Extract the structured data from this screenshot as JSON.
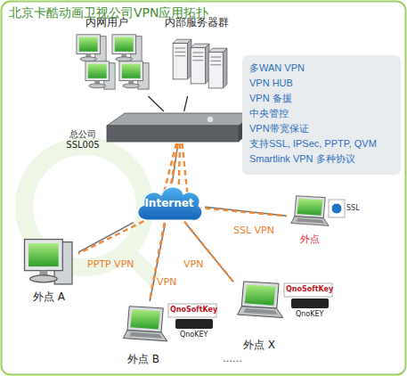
{
  "diagram": {
    "title": "北京卡酷动画卫视公司VPN应用拓扑",
    "nodes": [
      {
        "text": [
          "内网用户"
        ]
      },
      {
        "text": [
          "内部服务器群"
        ]
      },
      {
        "text": [
          "多WAN VPN",
          "VPN HUB",
          "VPN 备援",
          "中央管控",
          "VPN带宽保证",
          "支持SSL, IPSec, PPTP, QVM Smartlink VPN 多种协议"
        ]
      },
      {
        "text": [
          "总公司 SSL005"
        ]
      },
      {
        "text": [
          "Internet"
        ]
      },
      {
        "text": [
          "外点"
        ]
      },
      {
        "text": [
          "外点 A"
        ]
      },
      {
        "text": [
          "外点 B"
        ]
      },
      {
        "text": [
          "外点 X"
        ]
      }
    ],
    "edges": [
      {
        "from": 0,
        "to": 3,
        "arrow": "none"
      },
      {
        "from": 1,
        "to": 3,
        "arrow": "none"
      },
      {
        "from": 3,
        "to": 4,
        "arrow": "none"
      },
      {
        "from": 4,
        "to": 5,
        "arrow": "none"
      },
      {
        "from": 4,
        "to": 6,
        "arrow": "none"
      },
      {
        "from": 4,
        "to": 7,
        "arrow": "none"
      },
      {
        "from": 4,
        "to": 8,
        "arrow": "none"
      },
      {
        "from": 3,
        "to": 6,
        "label": "PPTP VPN",
        "arrow": "none"
      },
      {
        "from": 3,
        "to": 7,
        "label": "VPN",
        "arrow": "none"
      },
      {
        "from": 3,
        "to": 8,
        "label": "VPN",
        "arrow": "none"
      },
      {
        "from": 3,
        "to": 5,
        "label": "SSL VPN",
        "arrow": "none"
      }
    ],
    "labels": [
      "SSL",
      "QnoSoftKey",
      "QnoKEY",
      "QnoSoftKey",
      "QnoKEY",
      "……"
    ]
  }
}
